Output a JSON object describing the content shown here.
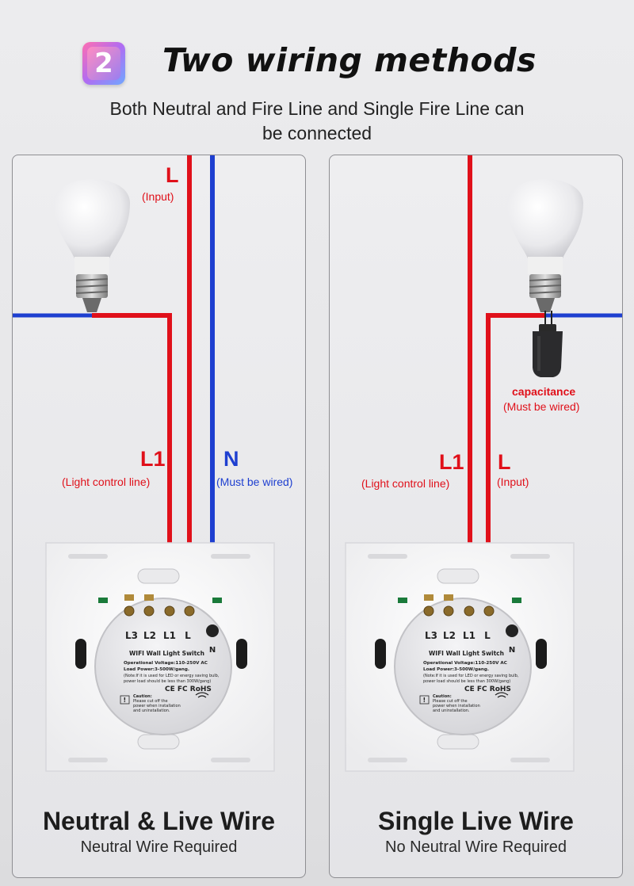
{
  "header": {
    "badge_number": "2",
    "title": "Two wiring methods",
    "subtitle": "Both Neutral and Fire Line and Single Fire Line can be connected"
  },
  "colors": {
    "live_wire": "#e0101a",
    "neutral_wire": "#1e3fd0",
    "badge_gradient": [
      "#ff6fb0",
      "#b06cf2",
      "#6fa8ff"
    ]
  },
  "switch_label": {
    "terminals": [
      "L3",
      "L2",
      "L1",
      "L"
    ],
    "neutral_terminal": "N",
    "product": "WIFI Wall Light Switch",
    "spec1": "Operational Voltage:110-250V AC",
    "spec2": "Load Power:3-500W/gang.",
    "note1": "(Note:If it is used for LED or energy saving bulb,",
    "note2": "power load should be less than 300W/gang)",
    "marks": "CE FC RoHS",
    "caution1": "Caution:",
    "caution2": "Please cut off the",
    "caution3": "power when installation",
    "caution4": "and uninstallation."
  },
  "left_panel": {
    "title": "Neutral & Live Wire",
    "subtitle": "Neutral Wire Required",
    "label_L": "L",
    "label_L_sub": "(Input)",
    "label_L1": "L1",
    "label_L1_sub": "(Light control line)",
    "label_N": "N",
    "label_N_sub": "(Must be wired)"
  },
  "right_panel": {
    "title": "Single Live Wire",
    "subtitle": "No Neutral Wire Required",
    "label_L": "L",
    "label_L_sub": "(Input)",
    "label_L1": "L1",
    "label_L1_sub": "(Light control line)",
    "cap_label": "capacitance",
    "cap_sub": "(Must be wired)"
  }
}
